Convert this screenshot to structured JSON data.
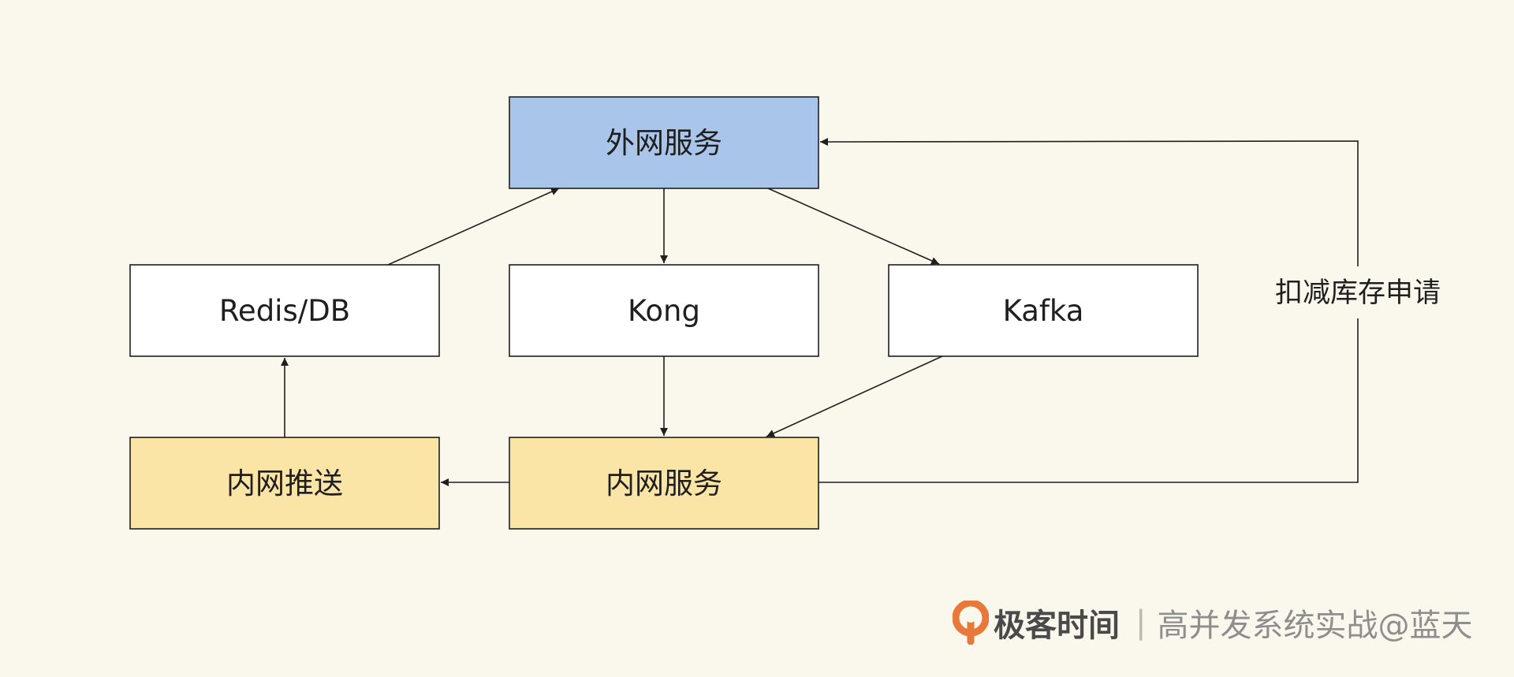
{
  "nodes": {
    "external_service": {
      "label": "外网服务",
      "fill": "#a9c6ea"
    },
    "redis_db": {
      "label": "Redis/DB",
      "fill": "#ffffff"
    },
    "kong": {
      "label": "Kong",
      "fill": "#ffffff"
    },
    "kafka": {
      "label": "Kafka",
      "fill": "#ffffff"
    },
    "intranet_push": {
      "label": "内网推送",
      "fill": "#fae5a6"
    },
    "intranet_service": {
      "label": "内网服务",
      "fill": "#fae5a6"
    }
  },
  "edges": {
    "deduct_inventory_label": "扣减库存申请"
  },
  "watermark": {
    "brand": "极客时间",
    "separator": "|",
    "course": "高并发系统实战@蓝天",
    "logo_icon": "geektime-logo-icon",
    "logo_color": "#e8793a"
  }
}
